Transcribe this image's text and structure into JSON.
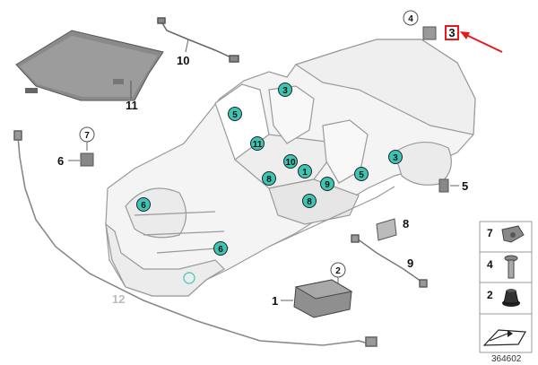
{
  "diagram": {
    "callouts_teal": [
      {
        "id": "c3a",
        "label": "3"
      },
      {
        "id": "c5a",
        "label": "5"
      },
      {
        "id": "c11",
        "label": "11"
      },
      {
        "id": "c10",
        "label": "10"
      },
      {
        "id": "c8a",
        "label": "8"
      },
      {
        "id": "c1",
        "label": "1"
      },
      {
        "id": "c9",
        "label": "9"
      },
      {
        "id": "c5b",
        "label": "5"
      },
      {
        "id": "c8b",
        "label": "8"
      },
      {
        "id": "c3b",
        "label": "3"
      },
      {
        "id": "c6a",
        "label": "6"
      },
      {
        "id": "c6b",
        "label": "6"
      }
    ],
    "part_labels": {
      "p10": "10",
      "p11": "11",
      "p6": "6",
      "p7": "7",
      "p4": "4",
      "p3": "3",
      "p5": "5",
      "p8": "8",
      "p9": "9",
      "p1": "1",
      "p2": "2",
      "p12": "12"
    },
    "legend": [
      {
        "num": "7",
        "icon": "clip-nut-icon"
      },
      {
        "num": "4",
        "icon": "bolt-icon"
      },
      {
        "num": "2",
        "icon": "grommet-icon"
      }
    ],
    "reference_number": "364602",
    "colors": {
      "teal": "#3cc5b4",
      "highlight_red": "#e8191c",
      "line": "#9a9a9a",
      "body_fill": "#f4f4f4"
    }
  }
}
